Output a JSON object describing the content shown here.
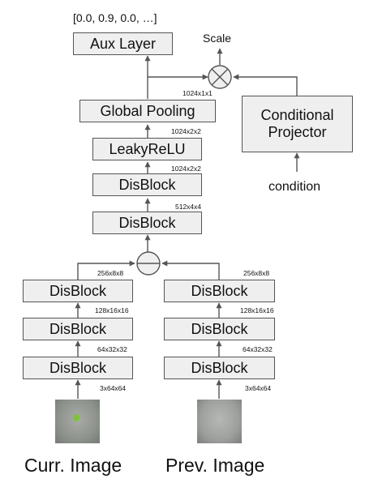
{
  "output_vector": "[0.0, 0.9, 0.0, …]",
  "blocks": {
    "aux_layer": "Aux Layer",
    "global_pooling": "Global Pooling",
    "leaky_relu": "LeakyReLU",
    "disblock_upper_1": "DisBlock",
    "disblock_upper_2": "DisBlock",
    "conditional_projector": "Conditional\nProjector",
    "left_disblock_1": "DisBlock",
    "left_disblock_2": "DisBlock",
    "left_disblock_3": "DisBlock",
    "right_disblock_1": "DisBlock",
    "right_disblock_2": "DisBlock",
    "right_disblock_3": "DisBlock"
  },
  "dims": {
    "d_1024x1x1": "1024x1x1",
    "d_1024x2x2_a": "1024x2x2",
    "d_1024x2x2_b": "1024x2x2",
    "d_512x4x4": "512x4x4",
    "left_256x8x8": "256x8x8",
    "left_128x16x16": "128x16x16",
    "left_64x32x32": "64x32x32",
    "left_3x64x64": "3x64x64",
    "right_256x8x8": "256x8x8",
    "right_128x16x16": "128x16x16",
    "right_64x32x32": "64x32x32",
    "right_3x64x64": "3x64x64"
  },
  "labels": {
    "scale": "Scale",
    "condition": "condition",
    "curr_image": "Curr. Image",
    "prev_image": "Prev. Image"
  }
}
